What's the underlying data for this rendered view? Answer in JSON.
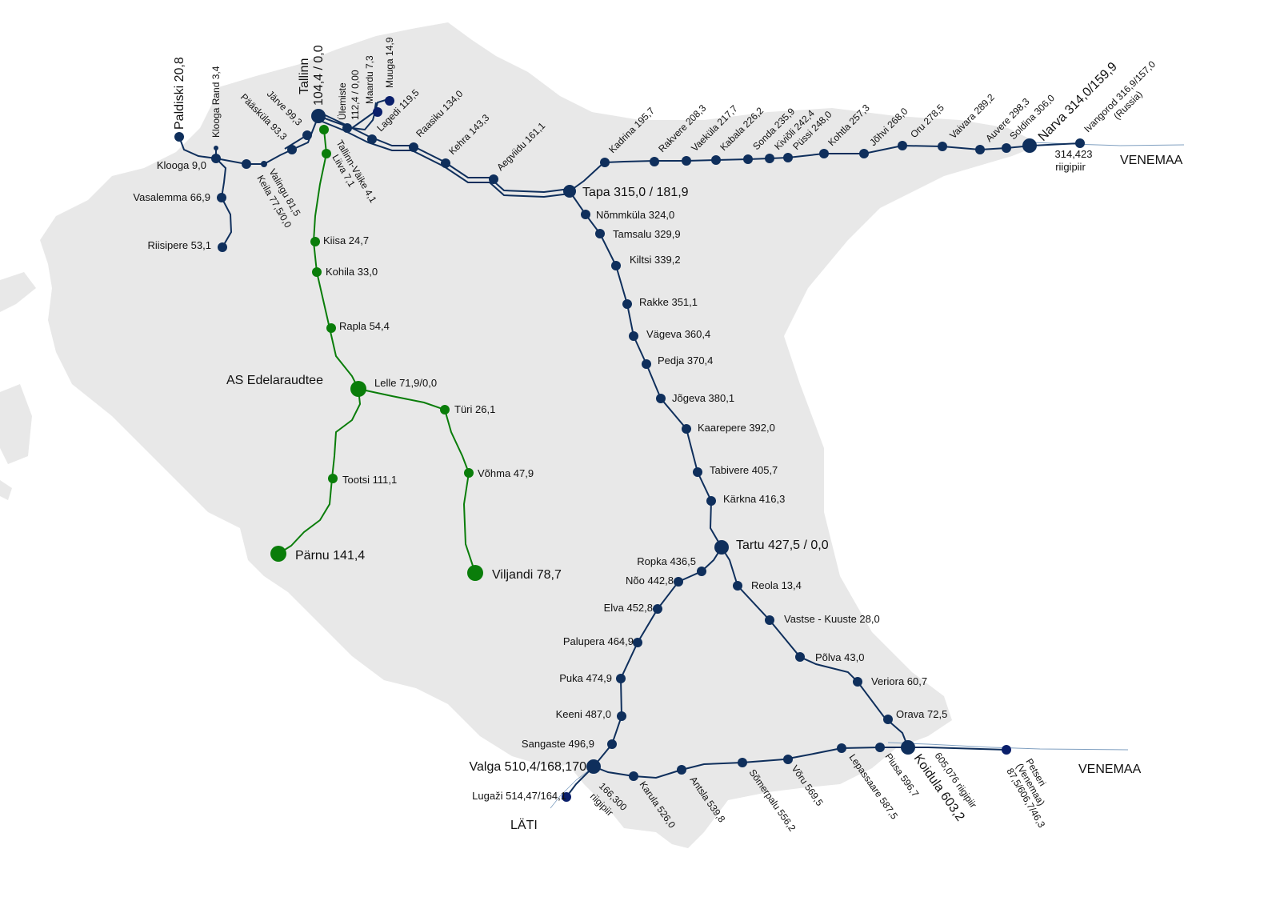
{
  "colors": {
    "land": "#e8e8e8",
    "mainline": "#0f2f5c",
    "edelaraudtee": "#0a7d0a",
    "border_station": "#0a1f6b",
    "river": "#7f9fc0"
  },
  "regions": {
    "venemaa_north": "VENEMAA",
    "venemaa_south": "VENEMAA",
    "lati": "LÄTI",
    "operator": "AS Edelaraudtee"
  },
  "border_notes": {
    "narva_km": "314,423",
    "narva_word": "riigipiir",
    "valga_km": "166,300",
    "valga_word": "riigipiir",
    "koidula_border": "605,076 riigipiir"
  },
  "stations": {
    "paldiski": "Paldiski 20,8",
    "klooga_rand": "Klooga Rand 3,4",
    "klooga": "Klooga 9,0",
    "vasalemma": "Vasalemma 66,9",
    "riisipere": "Riisipere 53,1",
    "paaskula": "Pääsküla 93,3",
    "jarve": "Järve 99,3",
    "valingu": "Valingu 81,5",
    "keila": "Keila 77,5/0,0",
    "tallinn_name": "Tallinn",
    "tallinn_km": "104,4 / 0,0",
    "ulemiste_name": "Ülemiste",
    "ulemiste_km": "112,4 / 0,00",
    "maardu": "Maardu 7,3",
    "muuga": "Muuga 14,9",
    "lagedi": "Lagedi 119,5",
    "tallinn_vaike": "Tallinn-Väike 4,1",
    "liiva": "Liiva 7,1",
    "raasiku": "Raasiku 134,0",
    "kehra": "Kehra 143,3",
    "aegviidu": "Aegviidu 161,1",
    "tapa": "Tapa 315,0 / 181,9",
    "kadrina": "Kadrina 195,7",
    "rakvere": "Rakvere 208,3",
    "vaekula": "Vaeküla 217,7",
    "kabala": "Kabala 226,2",
    "sonda": "Sonda 235,9",
    "kiviöli": "Kiviõli 242,4",
    "pussi": "Püssi 248,0",
    "kohtla": "Kohtla 257,3",
    "johvi": "Jõhvi 268,0",
    "oru": "Oru 278,5",
    "vaivara": "Vaivara 289,2",
    "auvere": "Auvere 298,3",
    "soldina": "Soldina 306,0",
    "narva": "Narva 314,0/159,9",
    "ivangorod": "Ivangorod 316,9/157,0",
    "ivangorod_country": "(Russia)",
    "nommkula": "Nõmmküla 324,0",
    "tamsalu": "Tamsalu 329,9",
    "kiltsi": "Kiltsi 339,2",
    "rakke": "Rakke 351,1",
    "vageva": "Vägeva 360,4",
    "pedja": "Pedja 370,4",
    "jogeva": "Jõgeva 380,1",
    "kaarepere": "Kaarepere 392,0",
    "tabivere": "Tabivere 405,7",
    "karkna": "Kärkna 416,3",
    "tartu": "Tartu 427,5 / 0,0",
    "kiisa": "Kiisa 24,7",
    "kohila": "Kohila 33,0",
    "rapla": "Rapla 54,4",
    "lelle": "Lelle 71,9/0,0",
    "turi": "Türi 26,1",
    "vohma": "Võhma 47,9",
    "viljandi": "Viljandi 78,7",
    "tootsi": "Tootsi 111,1",
    "parnu": "Pärnu 141,4",
    "ropka": "Ropka 436,5",
    "noo": "Nõo 442,8",
    "elva": "Elva 452,8",
    "palupera": "Palupera 464,9",
    "puka": "Puka 474,9",
    "keeni": "Keeni 487,0",
    "sangaste": "Sangaste 496,9",
    "valga": "Valga 510,4/168,170",
    "lugazi": "Lugaži 514,47/164,1",
    "reola": "Reola 13,4",
    "vastse_kuuste": "Vastse - Kuuste 28,0",
    "polva": "Põlva 43,0",
    "veriora": "Veriora 60,7",
    "orava": "Orava 72,5",
    "koidula": "Koidula 603,2",
    "karula": "Karula 526,0",
    "antsla": "Antsla 539,8",
    "somerpalu": "Sõmerpalu 556,2",
    "voru": "Võru 569,5",
    "lepassaare": "Lepassaare 587,5",
    "piusa": "Piusa 596,7",
    "petseri_1": "Petseri",
    "petseri_2": "(Venemaa)",
    "petseri_3": "87,5/606,7/46,3"
  }
}
